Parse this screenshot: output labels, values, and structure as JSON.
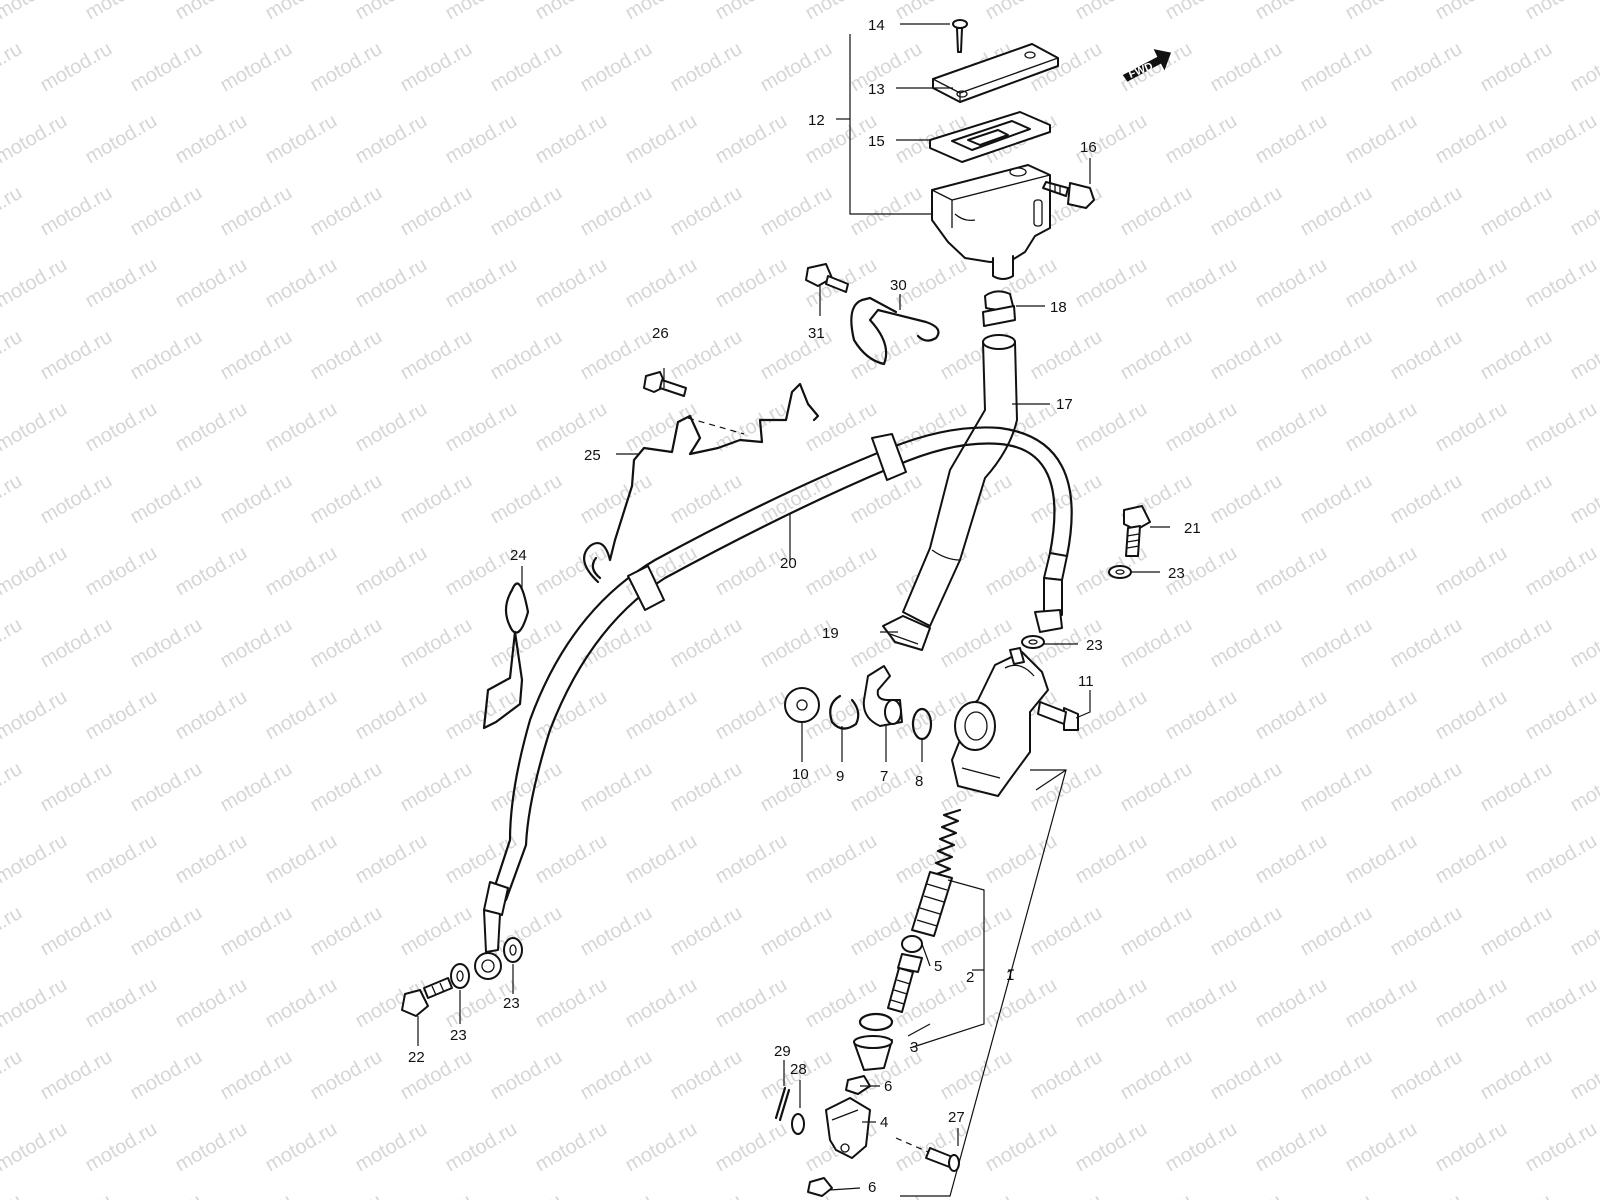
{
  "watermark": {
    "text": "motod.ru",
    "color": "#d6d6d6"
  },
  "direction_badge": {
    "text": "FWD"
  },
  "callouts": {
    "c1": "1",
    "c2": "2",
    "c3": "3",
    "c4": "4",
    "c5": "5",
    "c6a": "6",
    "c6b": "6",
    "c7": "7",
    "c8": "8",
    "c9": "9",
    "c10": "10",
    "c11": "11",
    "c12": "12",
    "c13": "13",
    "c14": "14",
    "c15": "15",
    "c16": "16",
    "c17": "17",
    "c18": "18",
    "c19": "19",
    "c20": "20",
    "c21": "21",
    "c22": "22",
    "c23a": "23",
    "c23b": "23",
    "c23c": "23",
    "c23d": "23",
    "c24": "24",
    "c25": "25",
    "c26": "26",
    "c27": "27",
    "c28": "28",
    "c29": "29",
    "c30": "30",
    "c31": "31"
  },
  "colors": {
    "line": "#111111",
    "background": "#ffffff"
  }
}
